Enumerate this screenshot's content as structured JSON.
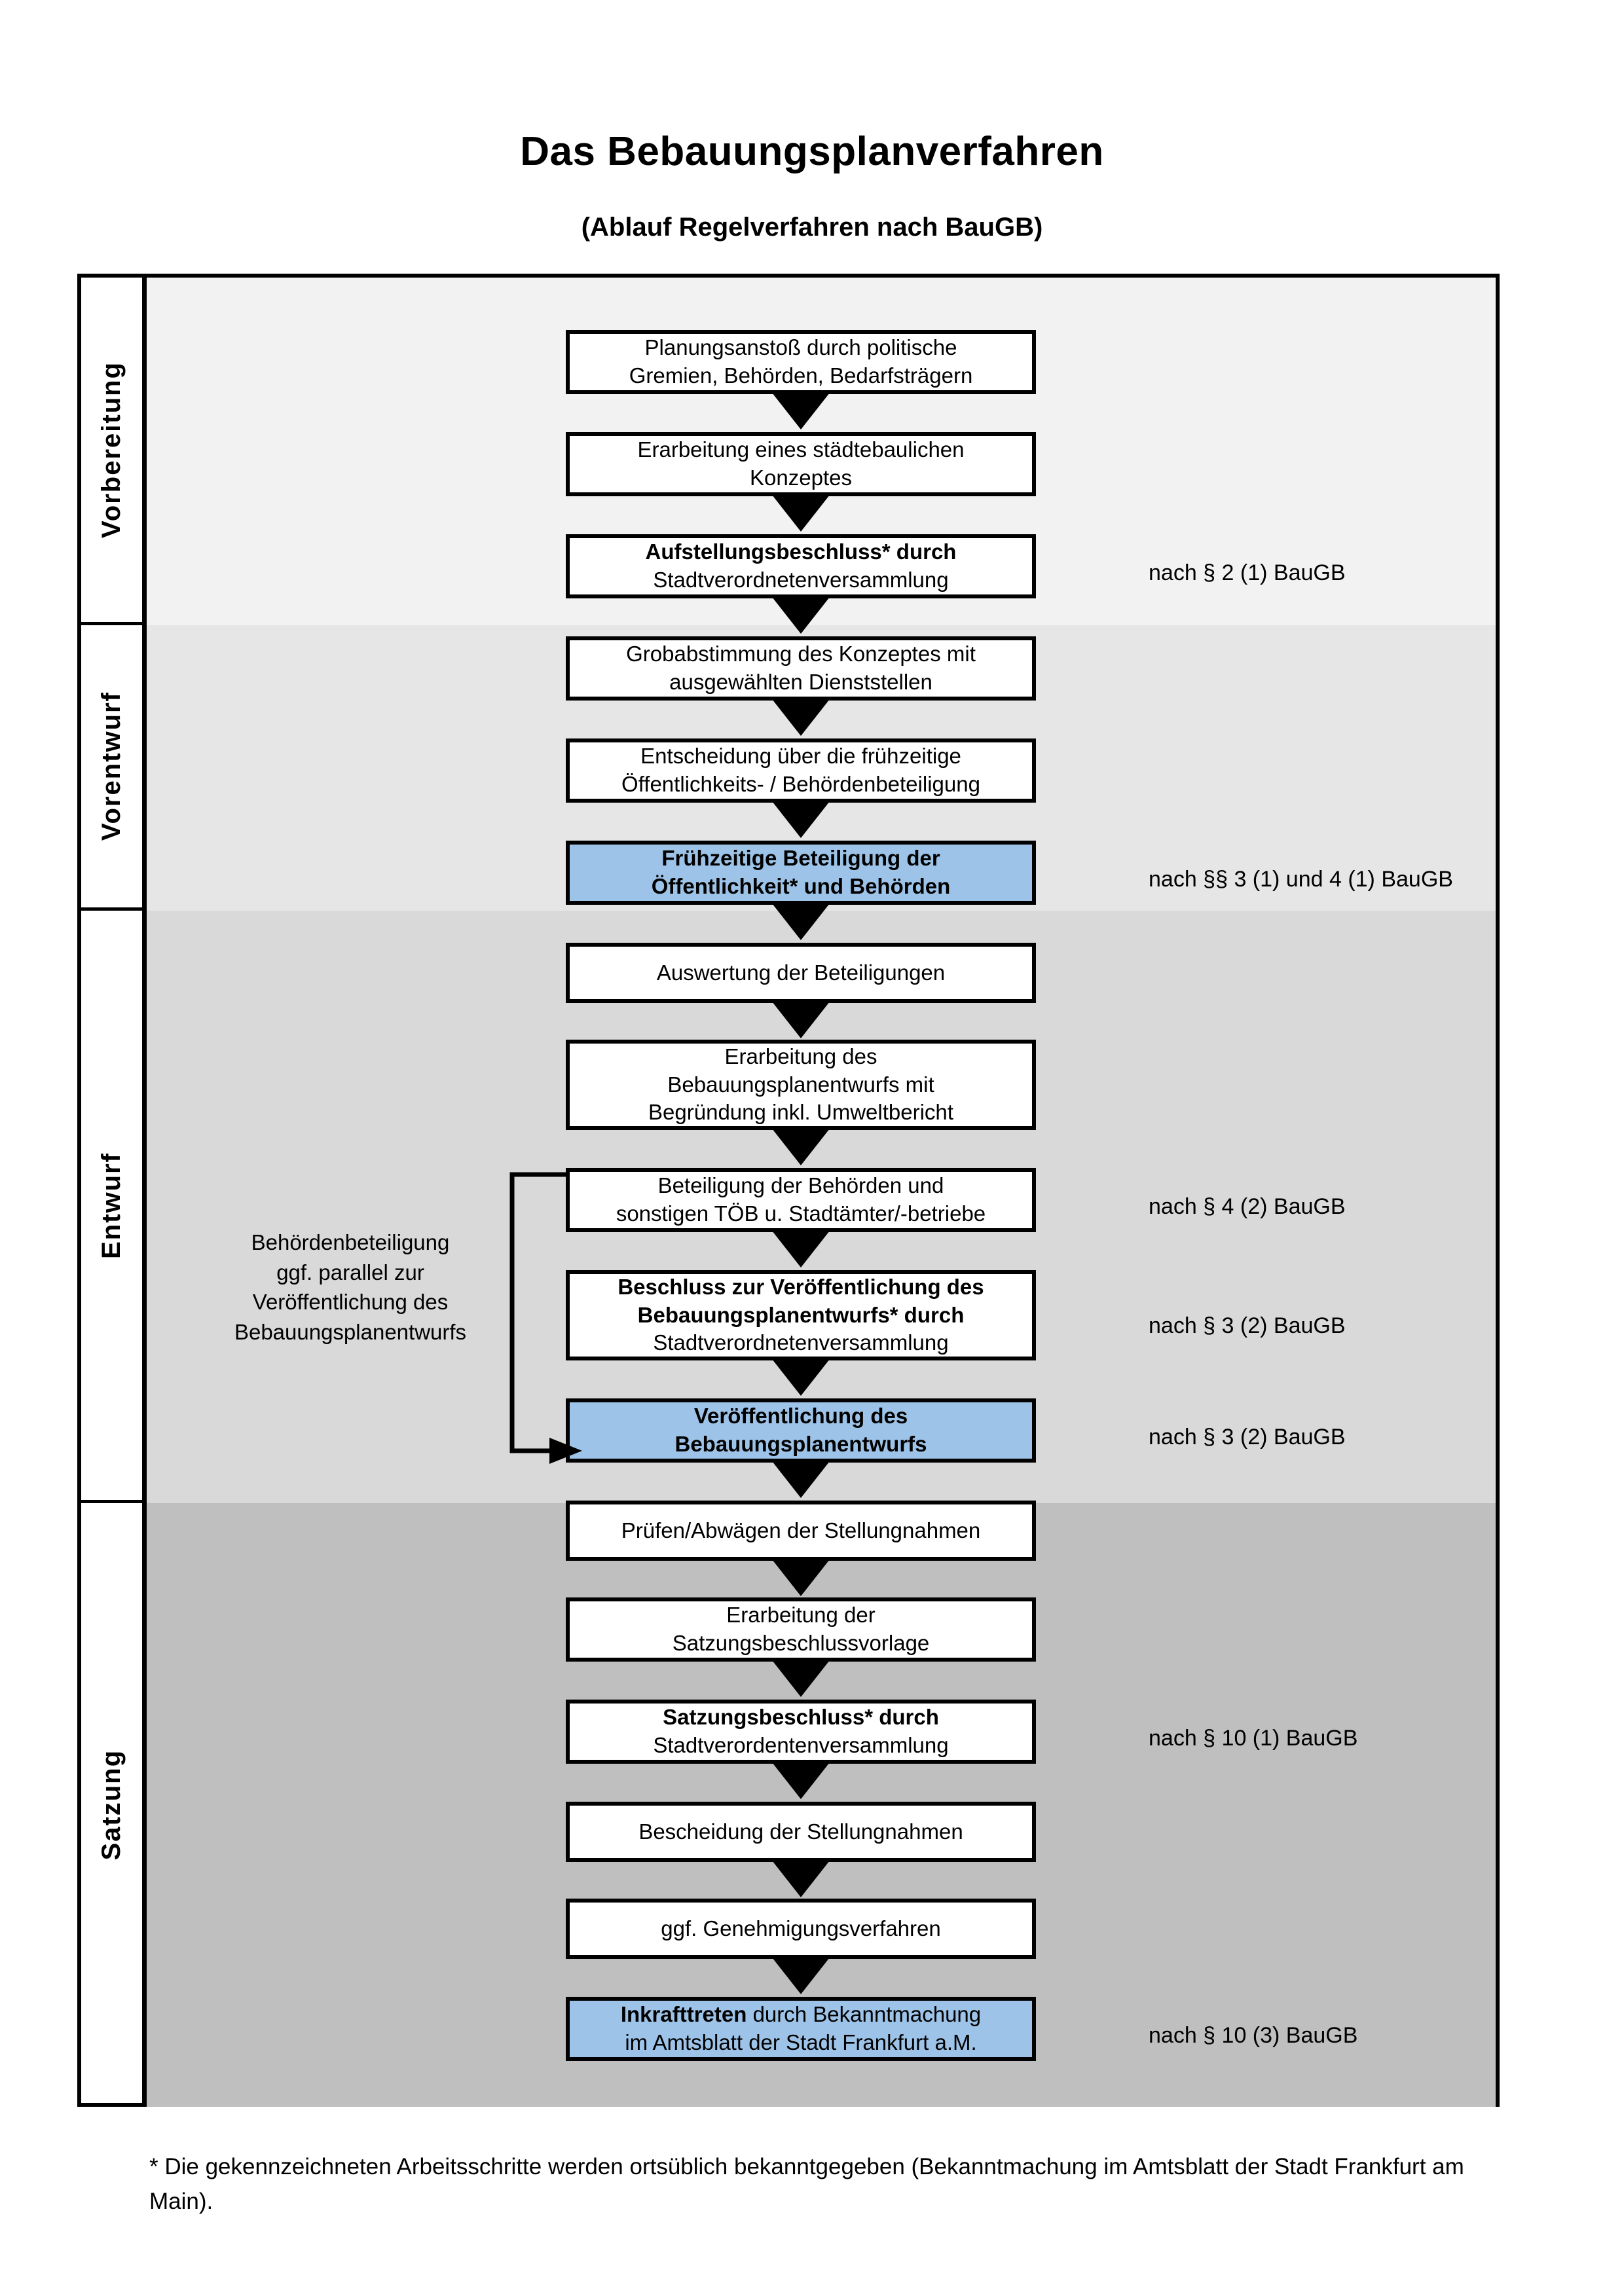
{
  "title": "Das Bebauungsplanverfahren",
  "subtitle": "(Ablauf Regelverfahren nach BauGB)",
  "colors": {
    "highlight_box": "#9DC3E8",
    "band_vorbereitung": "#F2F2F2",
    "band_vorentwurf": "#E6E6E6",
    "band_entwurf": "#D9D9D9",
    "band_satzung": "#BFBFBF",
    "outline": "#000000"
  },
  "phases": [
    {
      "id": "vorbereitung",
      "label": "Vorbereitung",
      "background": "#F2F2F2"
    },
    {
      "id": "vorentwurf",
      "label": "Vorentwurf",
      "background": "#E6E6E6"
    },
    {
      "id": "entwurf",
      "label": "Entwurf",
      "background": "#D9D9D9"
    },
    {
      "id": "satzung",
      "label": "Satzung",
      "background": "#BFBFBF"
    }
  ],
  "steps": [
    {
      "id": "planungsanstoss",
      "lines": [
        "Planungsanstoß durch politische",
        "Gremien, Behörden, Bedarfsträgern"
      ],
      "bold": false,
      "highlight": false
    },
    {
      "id": "staedtebauliches-konzept",
      "lines": [
        "Erarbeitung eines städtebaulichen",
        "Konzeptes"
      ],
      "bold": false,
      "highlight": false
    },
    {
      "id": "aufstellungsbeschluss",
      "lines": [
        "Aufstellungsbeschluss* durch",
        "Stadtverordnetenversammlung"
      ],
      "bold_first_line": true,
      "highlight": false
    },
    {
      "id": "grobabstimmung",
      "lines": [
        "Grobabstimmung des Konzeptes mit",
        "ausgewählten Dienststellen"
      ],
      "bold": false,
      "highlight": false
    },
    {
      "id": "entscheidung-beteiligung",
      "lines": [
        "Entscheidung über die frühzeitige",
        "Öffentlichkeits- / Behördenbeteiligung"
      ],
      "bold": false,
      "highlight": false
    },
    {
      "id": "fruehzeitige-beteiligung",
      "lines": [
        "Frühzeitige Beteiligung der",
        "Öffentlichkeit* und Behörden"
      ],
      "bold": true,
      "highlight": true
    },
    {
      "id": "auswertung",
      "lines": [
        "Auswertung der Beteiligungen"
      ],
      "bold": false,
      "highlight": false
    },
    {
      "id": "erarbeitung-entwurf",
      "lines": [
        "Erarbeitung des",
        "Bebauungsplanentwurfs mit",
        "Begründung inkl. Umweltbericht"
      ],
      "bold": false,
      "highlight": false
    },
    {
      "id": "beteiligung-behoerden",
      "lines": [
        "Beteiligung der Behörden und",
        "sonstigen TÖB u. Stadtämter/-betriebe"
      ],
      "bold": false,
      "highlight": false
    },
    {
      "id": "beschluss-veroeffentlichung",
      "lines": [
        "Beschluss zur Veröffentlichung des",
        "Bebauungsplanentwurfs* durch",
        "Stadtverordnetenversammlung"
      ],
      "bold_first_two": true,
      "highlight": false
    },
    {
      "id": "veroeffentlichung",
      "lines": [
        "Veröffentlichung des",
        "Bebauungsplanentwurfs"
      ],
      "bold": true,
      "highlight": true
    },
    {
      "id": "pruefen-abwaegen",
      "lines": [
        "Prüfen/Abwägen der Stellungnahmen"
      ],
      "bold": false,
      "highlight": false
    },
    {
      "id": "satzungsbeschlussvorlage",
      "lines": [
        "Erarbeitung der",
        "Satzungsbeschlussvorlage"
      ],
      "bold": false,
      "highlight": false
    },
    {
      "id": "satzungsbeschluss",
      "lines": [
        "Satzungsbeschluss* durch",
        "Stadtverordentenversammlung"
      ],
      "bold_first_line": true,
      "highlight": false
    },
    {
      "id": "bescheidung",
      "lines": [
        "Bescheidung der Stellungnahmen"
      ],
      "bold": false,
      "highlight": false
    },
    {
      "id": "genehmigungsverfahren",
      "lines": [
        "ggf. Genehmigungsverfahren"
      ],
      "bold": false,
      "highlight": false
    },
    {
      "id": "inkrafttreten",
      "lines": [
        "Inkrafttreten durch Bekanntmachung",
        "im Amtsblatt der Stadt Frankfurt a.M."
      ],
      "bold_first_word": true,
      "highlight": true
    }
  ],
  "legal_notes": [
    {
      "id": "note-par2-1",
      "text": "nach § 2 (1) BauGB"
    },
    {
      "id": "note-par3-4-1",
      "text": "nach §§ 3 (1) und 4 (1) BauGB"
    },
    {
      "id": "note-par4-2",
      "text": "nach § 4 (2) BauGB"
    },
    {
      "id": "note-par3-2-a",
      "text": "nach § 3 (2) BauGB"
    },
    {
      "id": "note-par3-2-b",
      "text": "nach § 3 (2) BauGB"
    },
    {
      "id": "note-par10-1",
      "text": "nach § 10 (1) BauGB"
    },
    {
      "id": "note-par10-3",
      "text": "nach § 10 (3) BauGB"
    }
  ],
  "side_note": {
    "lines": [
      "Behördenbeteiligung",
      "ggf. parallel zur",
      "Veröffentlichung des",
      "Bebauungsplanentwurfs"
    ]
  },
  "footnote": "* Die gekennzeichneten Arbeitsschritte werden ortsüblich bekanntgegeben (Bekanntmachung im Amtsblatt  der Stadt Frankfurt am Main)."
}
